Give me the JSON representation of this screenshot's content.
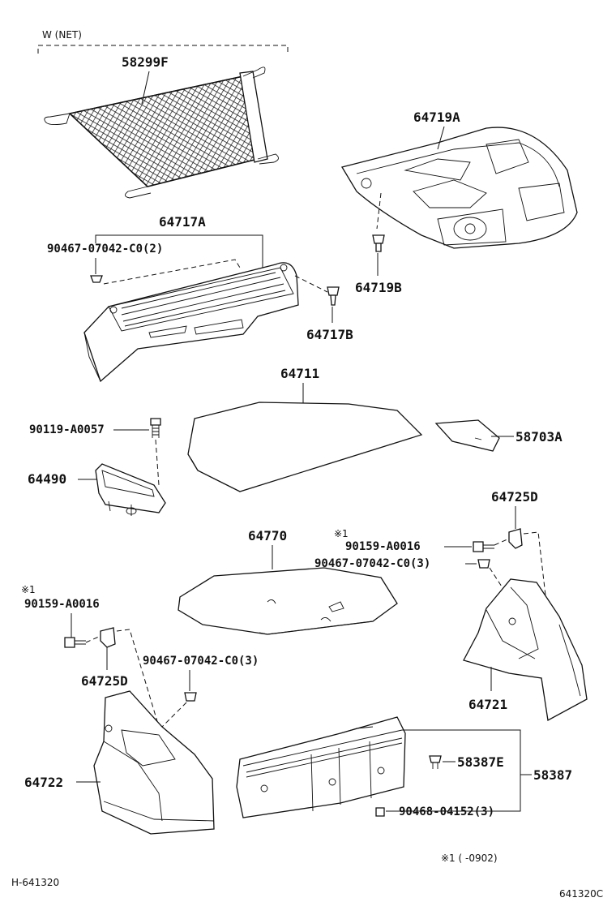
{
  "header": {
    "group_label": "W (NET)"
  },
  "parts": {
    "p58299F": "58299F",
    "p64719A": "64719A",
    "p64717A": "64717A",
    "p90467_2": "90467-07042-C0(2)",
    "p64719B": "64719B",
    "p64717B": "64717B",
    "p64711": "64711",
    "p90119": "90119-A0057",
    "p58703A": "58703A",
    "p64490": "64490",
    "p64725D_r": "64725D",
    "p90159_r": "90159-A0016",
    "p90467_3_r": "90467-07042-C0(3)",
    "p64770": "64770",
    "p90159_l": "90159-A0016",
    "p90467_3_l": "90467-07042-C0(3)",
    "p64725D_l": "64725D",
    "p64721": "64721",
    "p58387E": "58387E",
    "p58387": "58387",
    "p64722": "64722",
    "p90468": "90468-04152(3)"
  },
  "notes": {
    "mark_r": "※1",
    "mark_l": "※1",
    "footnote": "※1 (    -0902)",
    "ref_left": "H-641320",
    "ref_right": "641320C"
  }
}
